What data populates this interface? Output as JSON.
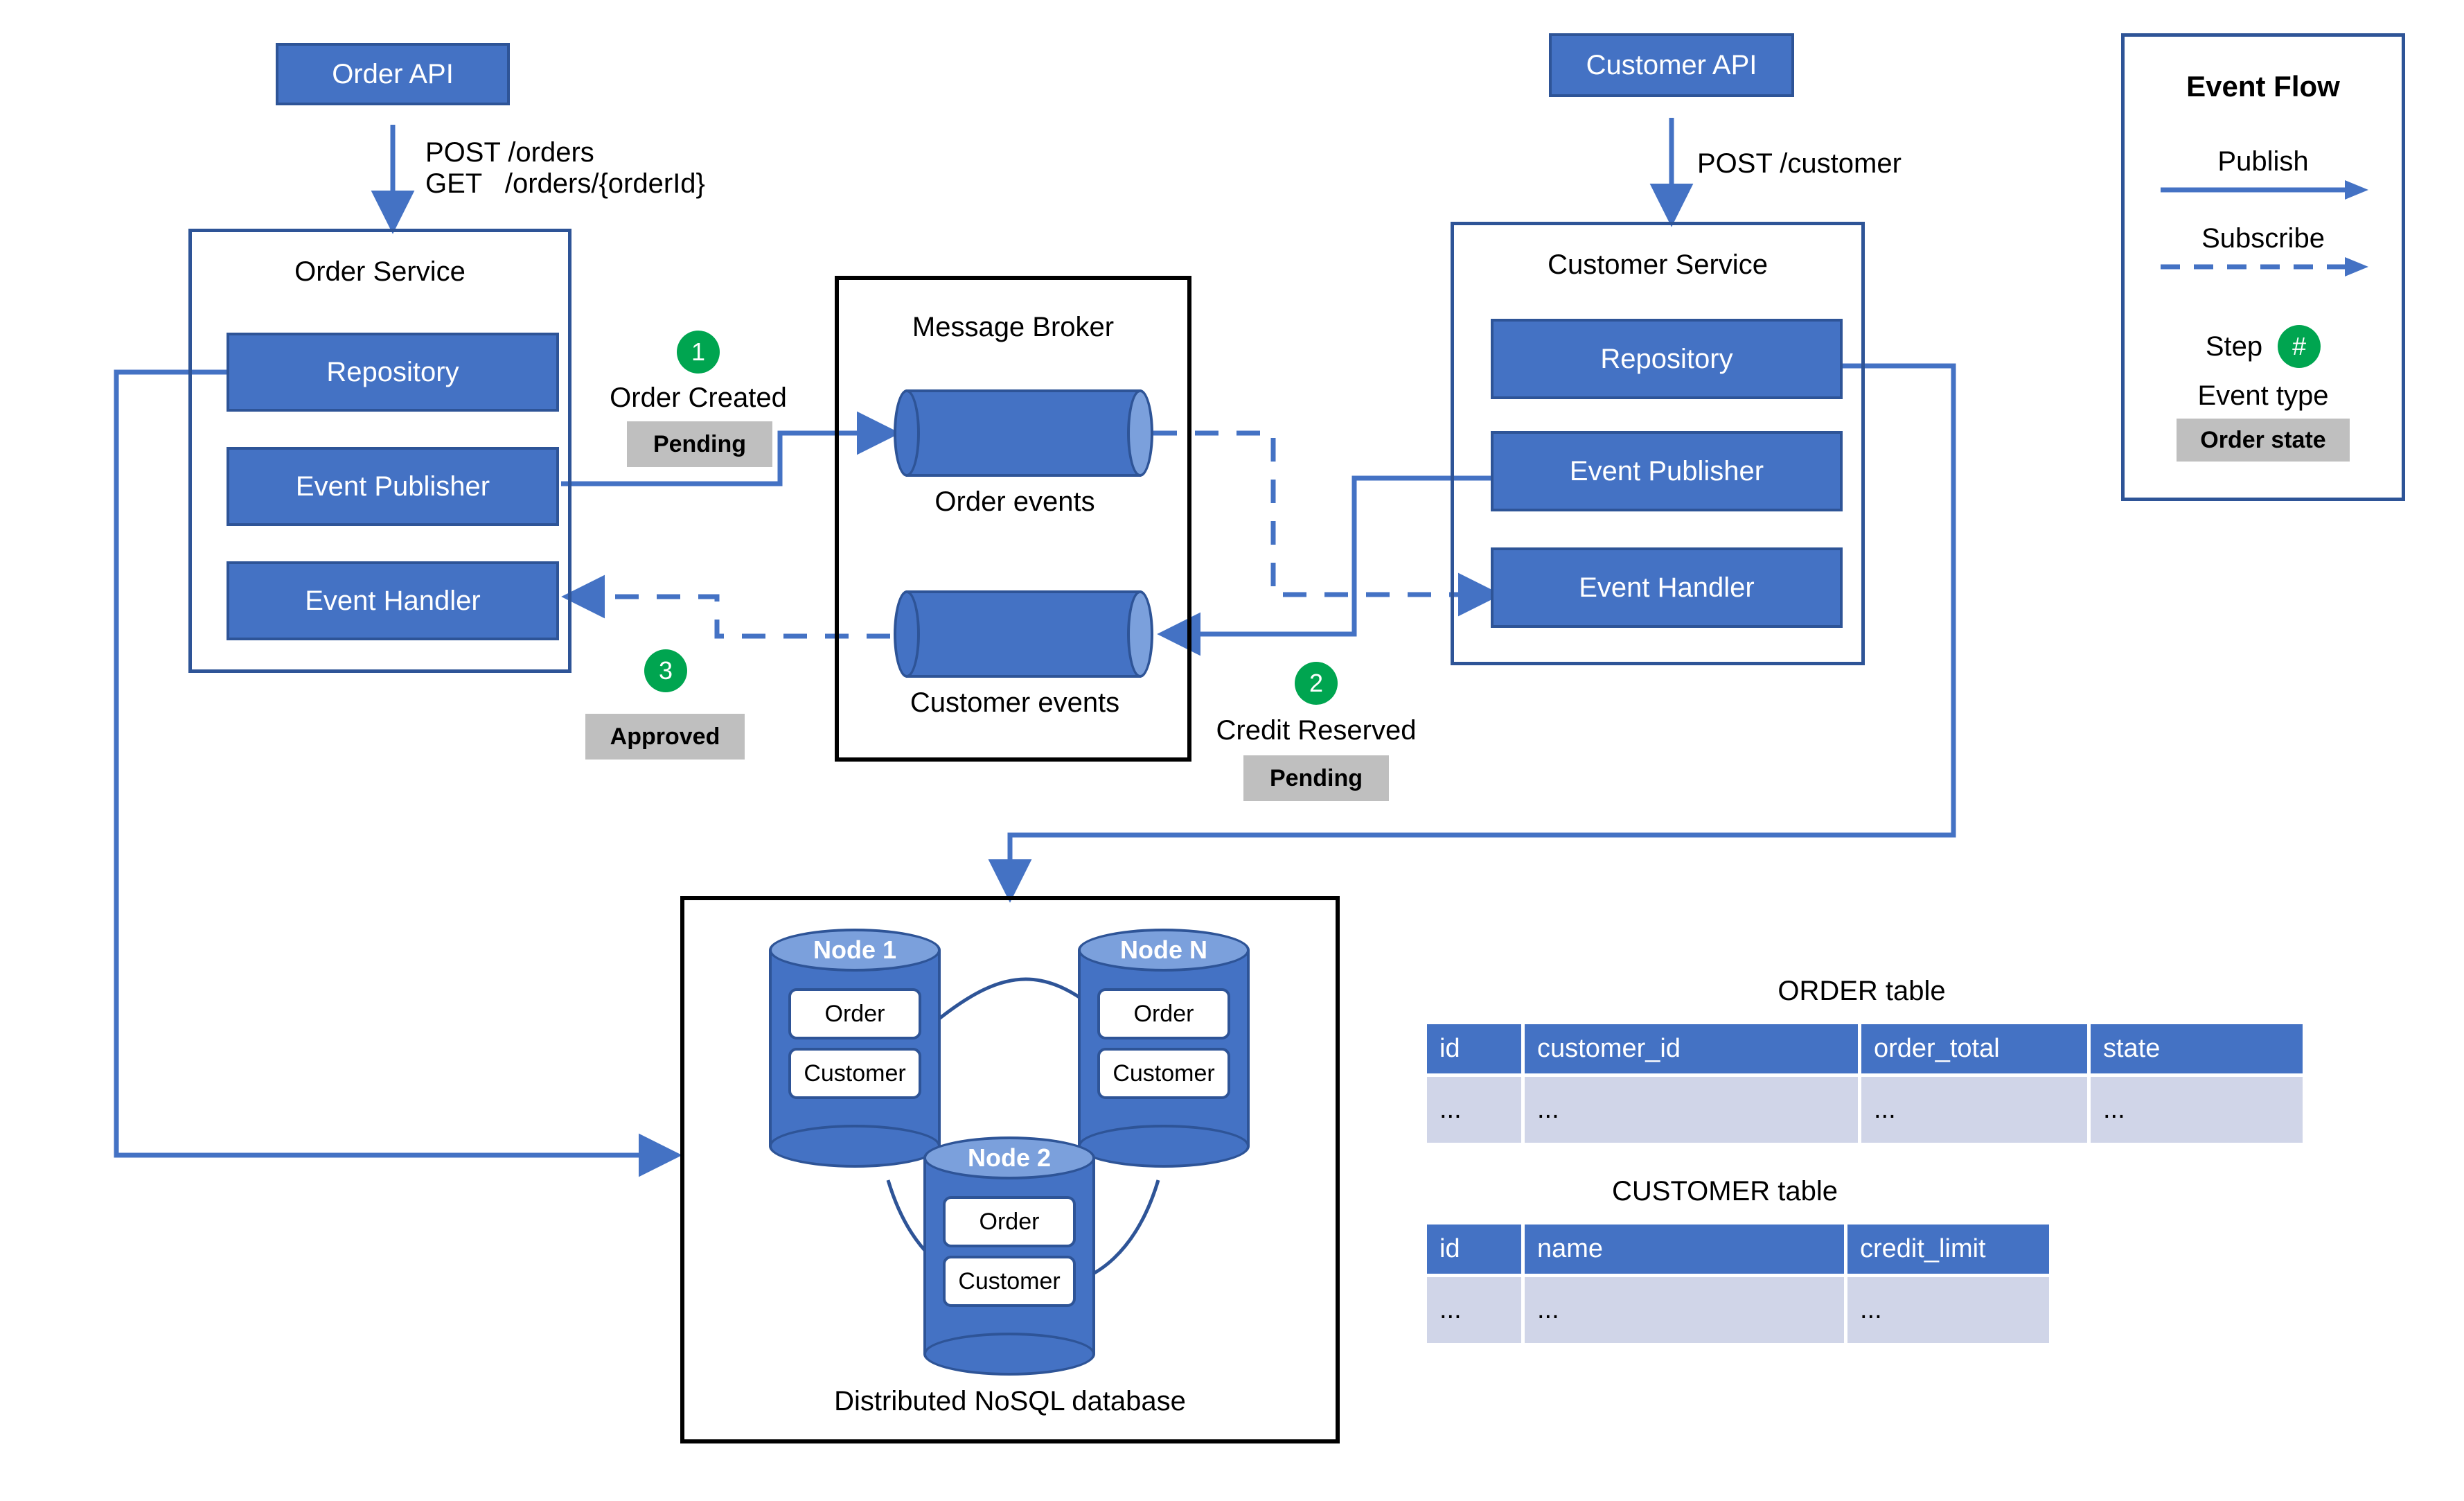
{
  "diagram": {
    "order_api": {
      "label": "Order API"
    },
    "order_api_edge": {
      "line1": "POST /orders",
      "line2": "GET   /orders/{orderId}"
    },
    "order_service": {
      "title": "Order Service",
      "components": [
        {
          "label": "Repository"
        },
        {
          "label": "Event Publisher"
        },
        {
          "label": "Event Handler"
        }
      ]
    },
    "customer_api": {
      "label": "Customer API"
    },
    "customer_api_edge": {
      "line1": "POST /customer"
    },
    "customer_service": {
      "title": "Customer Service",
      "components": [
        {
          "label": "Repository"
        },
        {
          "label": "Event Publisher"
        },
        {
          "label": "Event Handler"
        }
      ]
    },
    "message_broker": {
      "title": "Message Broker",
      "queues": [
        {
          "label": "Order events"
        },
        {
          "label": "Customer events"
        }
      ]
    },
    "steps": [
      {
        "number": "1",
        "event": "Order Created",
        "state": "Pending"
      },
      {
        "number": "2",
        "event": "Credit Reserved",
        "state": "Pending"
      },
      {
        "number": "3",
        "event": "",
        "state": "Approved"
      }
    ],
    "database": {
      "caption": "Distributed NoSQL database",
      "nodes": [
        {
          "name": "Node 1",
          "slots": [
            "Order",
            "Customer"
          ]
        },
        {
          "name": "Node N",
          "slots": [
            "Order",
            "Customer"
          ]
        },
        {
          "name": "Node 2",
          "slots": [
            "Order",
            "Customer"
          ]
        }
      ]
    },
    "tables": [
      {
        "caption": "ORDER table",
        "columns": [
          "id",
          "customer_id",
          "order_total",
          "state"
        ],
        "rows": [
          [
            "...",
            "...",
            "...",
            "..."
          ]
        ]
      },
      {
        "caption": "CUSTOMER table",
        "columns": [
          "id",
          "name",
          "credit_limit"
        ],
        "rows": [
          [
            "...",
            "...",
            "..."
          ]
        ]
      }
    ],
    "legend": {
      "title": "Event Flow",
      "publish_label": "Publish",
      "subscribe_label": "Subscribe",
      "step_label": "Step",
      "step_symbol": "#",
      "event_type_label": "Event type",
      "order_state_label": "Order state"
    },
    "colors": {
      "component_fill": "#4472C4",
      "component_stroke": "#2E5497",
      "step_green": "#00A550",
      "state_grey": "#BFBFBF",
      "table_header": "#4472C4",
      "table_row": "#D0D5E8",
      "node_top": "#7BA0DC",
      "connector": "#4472C4",
      "container_black": "#000000"
    }
  }
}
